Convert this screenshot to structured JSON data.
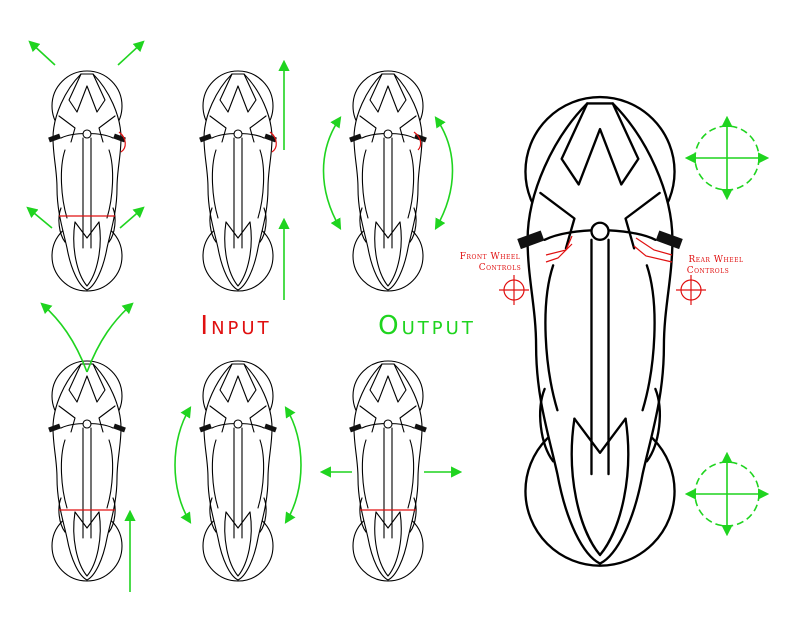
{
  "labels": {
    "input": "Input",
    "output": "Output",
    "front_wheel_1": "Front Wheel",
    "front_wheel_2": "Controls",
    "rear_wheel_1": "Rear Wheel",
    "rear_wheel_2": "Controls"
  },
  "colors": {
    "input": "#e01010",
    "output": "#1fd41f",
    "annotation": "#e01010",
    "motion_arrows": "#1fd41f",
    "outline": "#000000"
  },
  "icons": [
    "motorcycle-topview",
    "crosshair-icon",
    "four-way-arrow-icon"
  ]
}
